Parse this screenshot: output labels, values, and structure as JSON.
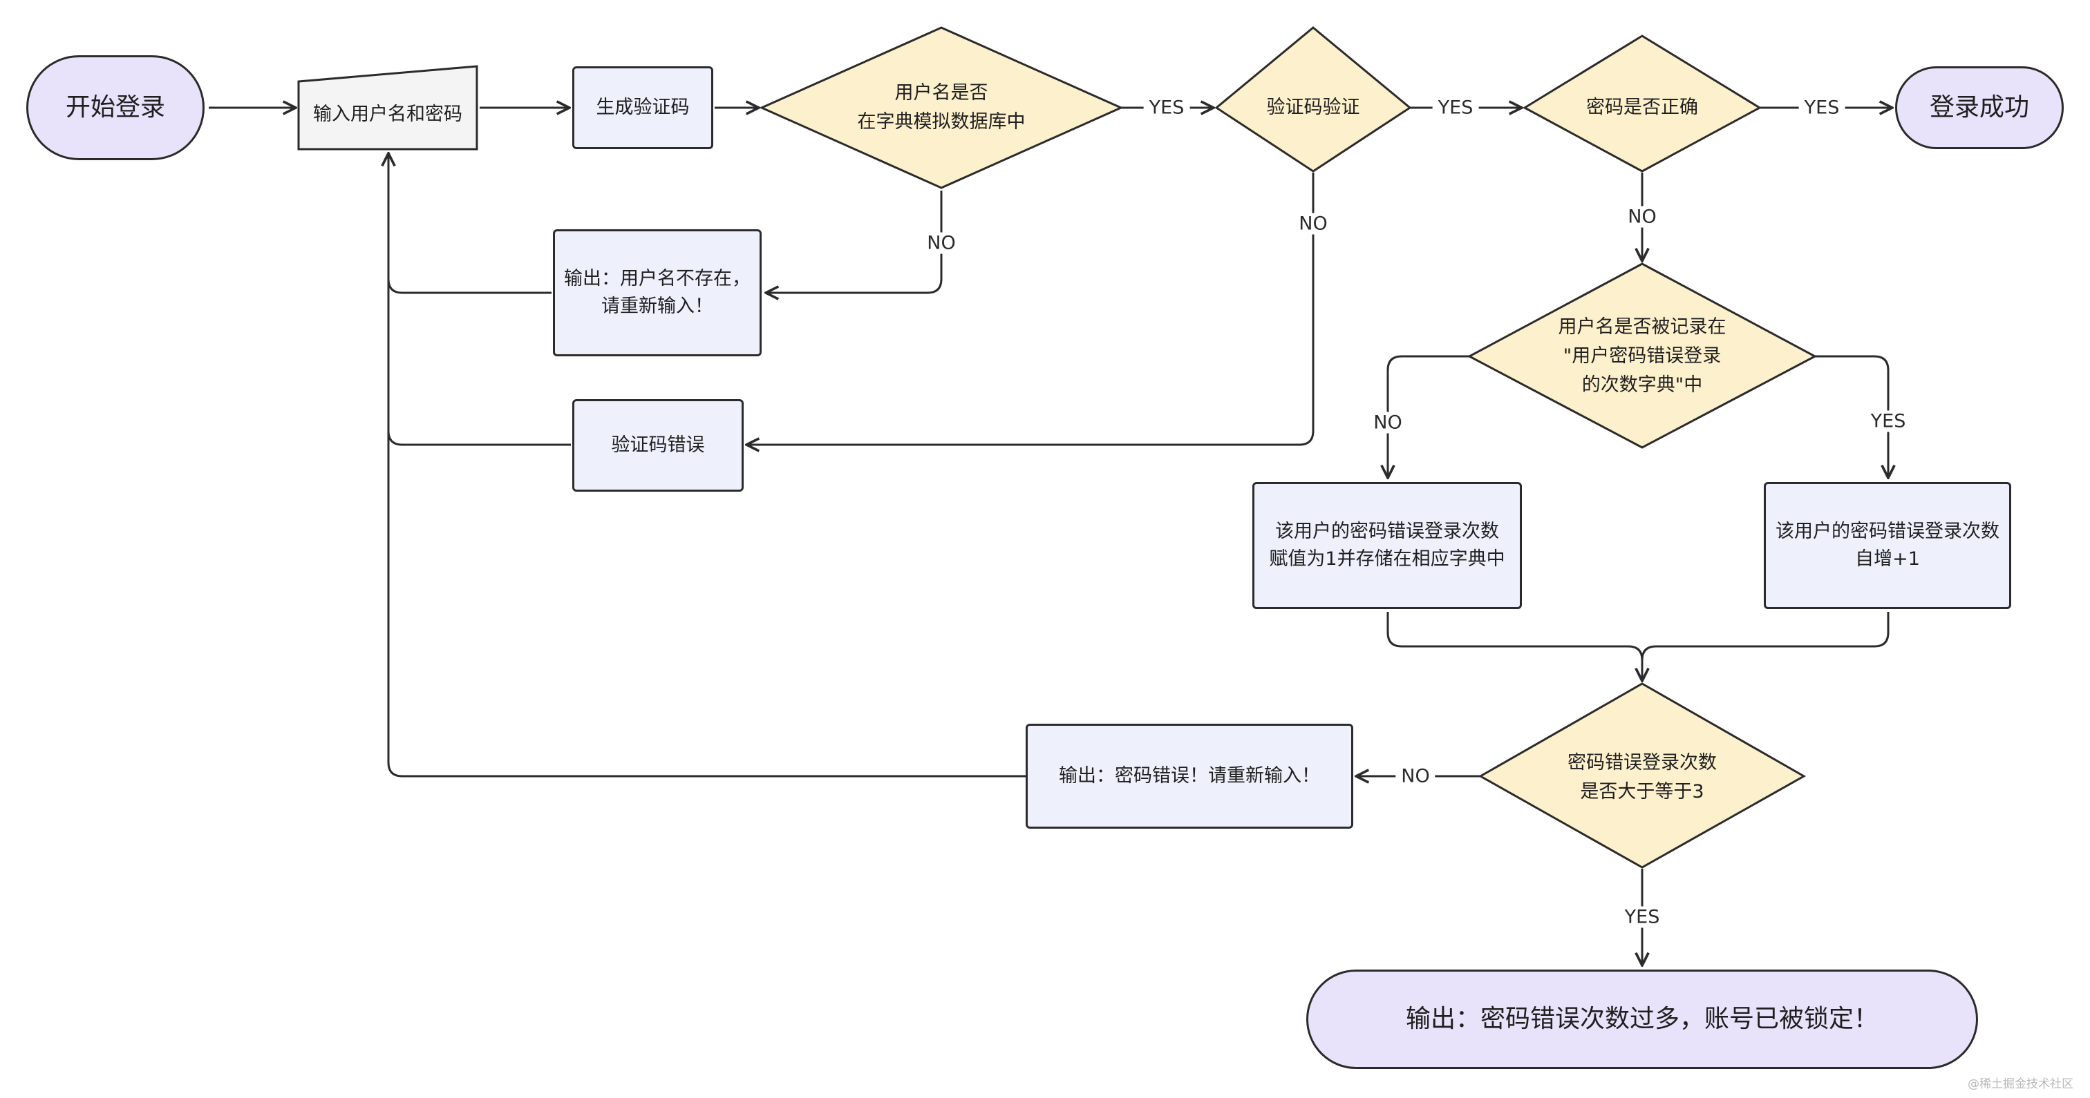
{
  "nodes": {
    "start": "开始登录",
    "input": "输入用户名和密码",
    "captcha": "生成验证码",
    "d_user_exists": "用户名是否\n在字典模拟数据库中",
    "d_captcha": "验证码验证",
    "d_password": "密码是否正确",
    "success": "登录成功",
    "out_no_user": "输出：用户名不存在，\n请重新输入！",
    "captcha_error": "验证码错误",
    "d_recorded": "用户名是否被记录在\n\"用户密码错误登录\n的次数字典\"中",
    "set_count": "该用户的密码错误登录次数\n赋值为1并存储在相应字典中",
    "inc_count": "该用户的密码错误登录次数\n自增+1",
    "d_over3": "密码错误登录次数\n是否大于等于3",
    "out_retry": "输出：密码错误！请重新输入！",
    "locked": "输出：密码错误次数过多，账号已被锁定！"
  },
  "labels": {
    "yes": "YES",
    "no": "NO"
  },
  "watermark": "@稀土掘金技术社区",
  "colors": {
    "terminal": "#e8e3fb",
    "process": "#eef1fb",
    "decision": "#fdf0cc",
    "stroke": "#2b2b2b"
  }
}
